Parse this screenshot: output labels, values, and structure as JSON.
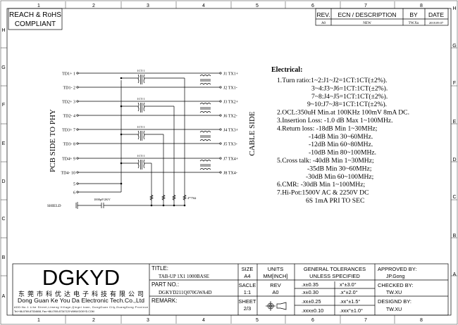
{
  "frame": {
    "columns": [
      "1",
      "2",
      "3",
      "4",
      "5",
      "6",
      "7",
      "8"
    ],
    "rows": [
      "H",
      "G",
      "F",
      "E",
      "D",
      "C",
      "B",
      "A"
    ]
  },
  "compliance": {
    "line1": "REACH & RoHS",
    "line2": "COMPLIANT"
  },
  "revision_table": {
    "headers": [
      "REV.",
      "ECN / DESCRIPTION",
      "BY",
      "DATE"
    ],
    "row": [
      "A0",
      "NEW",
      "TW.Xu",
      "2018.09.07"
    ]
  },
  "schematic": {
    "left_label": "PCB SIDE TO PHY",
    "right_label": "CABLE SIDE",
    "left_pins": [
      "TD1+ 1",
      "TD1- 2",
      "TD2+ 3",
      "TD2- 4",
      "TD3+ 7",
      "TD3- 8",
      "TD4+ 9",
      "TD4- 10",
      "5",
      "6"
    ],
    "right_pins": [
      "J1 TX1+",
      "J2 TX1-",
      "J3 TX2+",
      "J6 TX2-",
      "J4 TX3+",
      "J5 TX3-",
      "J7 TX4+",
      "J8 TX4-"
    ],
    "transformer_ratio": "1CT:1",
    "capacitor": "1000pF/2KV",
    "resistors": "4*75Ω",
    "shield": "SHIELD"
  },
  "electrical": {
    "title": "Electrical:",
    "lines": [
      "1.Turn ratio:1~2:J1~J2=1CT:1CT(±2%).",
      "3~4:J3~J6=1CT:1CT(±2%).",
      "7~8:J4~J5=1CT:1CT(±2%).",
      "9~10:J7~J8=1CT:1CT(±2%).",
      "2.OCL:350uH Min.at 100KHz 100mV 8mA DC.",
      "3.Insertion Loss: -1.0 dB Max 1~100MHz.",
      "4.Return loss: -18dB Min 1~30MHz;",
      "-14dB Min 30~60MHz.",
      "-12dB Min 60~80MHz.",
      "-10dB Min 80~100MHz.",
      "5.Cross talk: -40dB Min 1~30MHz;",
      "-35dB Min 30~60MHz;",
      "-30dB Min 60~100MHz;",
      "6.CMR: -30dB Min 1~100MHz;",
      "7.Hi-Pot:1500V AC & 2250V DC",
      "6S 1mA PRI TO SEC"
    ]
  },
  "title_block": {
    "logo": "DGKYD",
    "company_cn": "东 莞 市 科 优 达 电 子 科 技 有 限 公 司",
    "company_en": "Dong Guan Ke You Da Electronic Tech.Co.,Ltd",
    "address": "ADD:No.1 Lihe Street,Limeng Village,Qingxi town, DongGuan City,GuangDong Province",
    "contact": "Tel:+86-0769-87334608, Fax:+86-0769-87347129  WWW.DGKYD.COM",
    "title_label": "TITLE:",
    "title_value": "TAB-UP 1X1 1000BASE",
    "part_label": "PART NO.:",
    "part_value": "DGKYD211Q070GWA4D",
    "remark_label": "REMARK:",
    "size_label": "SIZE",
    "size_value": "A4",
    "units_label": "UNITS",
    "units_value": "MM[INCH]",
    "scale_label": "SACLE",
    "scale_value": "1:1",
    "rev_label": "REV",
    "rev_value": "A0",
    "sheet_label": "SHEET",
    "sheet_value": "2/3",
    "tol_header1": "GENERAL TOLERANCES",
    "tol_header2": "UNLESS SPECIFIED",
    "tolerances": [
      [
        ".x±0.35",
        "x°±3.0°"
      ],
      [
        ".x±0.30",
        ".x°±2.0°"
      ],
      [
        ".xx±0.25",
        ".xx°±1.5°"
      ],
      [
        ".xxx±0.10",
        ".xxx°±1.0°"
      ]
    ],
    "approved_label": "APPROVED BY:",
    "approved_value": "JP.Gong",
    "checked_label": "CHECKED BY:",
    "checked_value": "TW.XU",
    "designed_label": "DESIGND BY:",
    "designed_value": "TW.XU"
  }
}
